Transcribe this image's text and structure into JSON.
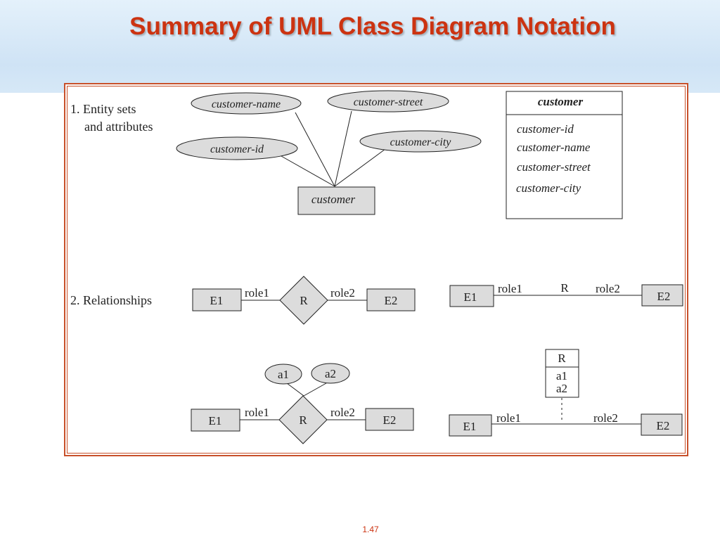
{
  "slide": {
    "title": "Summary of UML Class Diagram Notation",
    "page_number": "1.47"
  },
  "section1": {
    "label_line1": "1. Entity sets",
    "label_line2": "and attributes",
    "er": {
      "entity": "customer",
      "attributes": [
        "customer-name",
        "customer-street",
        "customer-id",
        "customer-city"
      ]
    },
    "uml": {
      "class_name": "customer",
      "attributes": [
        "customer-id",
        "customer-name",
        "customer-street",
        "customer-city"
      ]
    }
  },
  "section2": {
    "label": "2. Relationships",
    "er_binary": {
      "left": "E1",
      "right": "E2",
      "relationship": "R",
      "role_left": "role1",
      "role_right": "role2"
    },
    "uml_binary": {
      "left": "E1",
      "right": "E2",
      "relationship": "R",
      "role_left": "role1",
      "role_right": "role2"
    },
    "er_attributed": {
      "left": "E1",
      "right": "E2",
      "relationship": "R",
      "role_left": "role1",
      "role_right": "role2",
      "attributes": [
        "a1",
        "a2"
      ]
    },
    "uml_attributed": {
      "left": "E1",
      "right": "E2",
      "role_left": "role1",
      "role_right": "role2",
      "class_name": "R",
      "attributes": [
        "a1",
        "a2"
      ]
    }
  },
  "colors": {
    "title": "#cc3311",
    "frame": "#c8502a",
    "shape_fill": "#dcdcdc",
    "header_band": "#d6e8f7"
  }
}
